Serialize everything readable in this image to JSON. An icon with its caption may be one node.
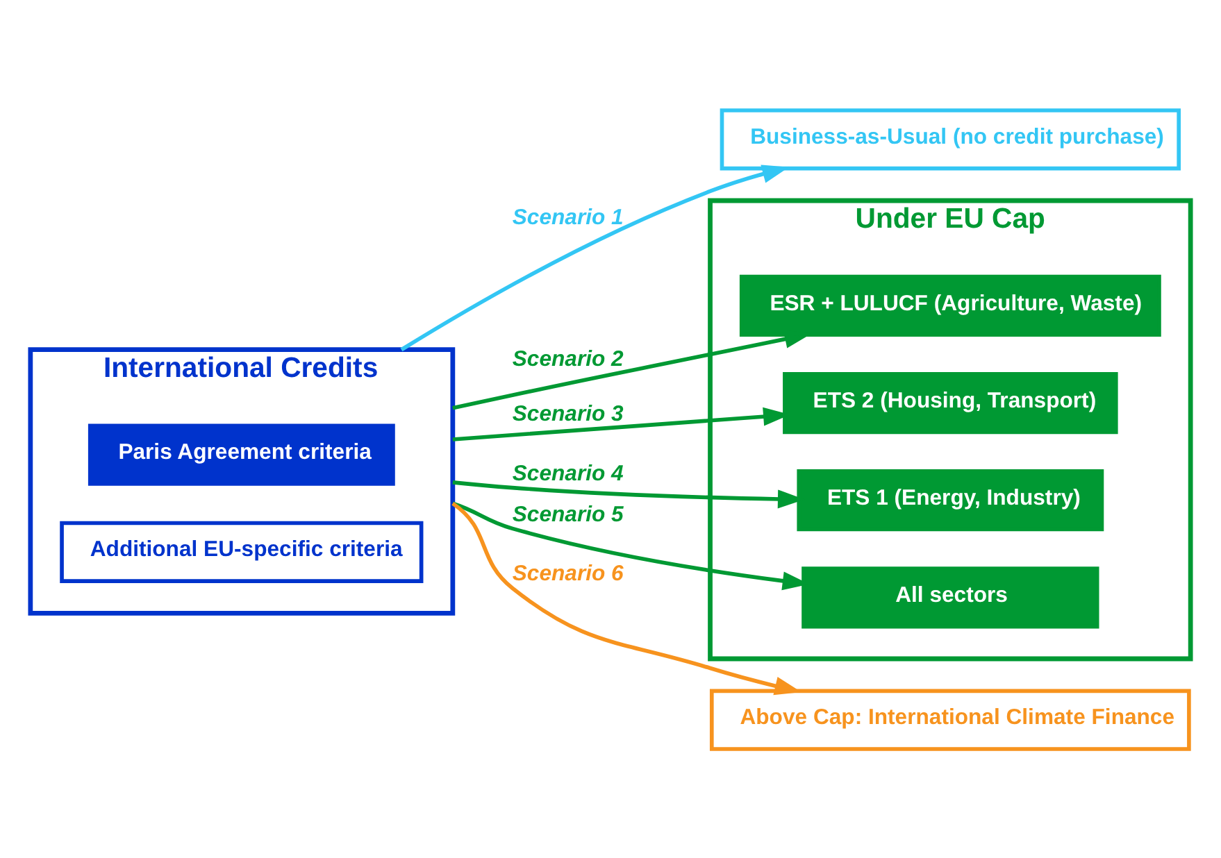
{
  "diagram": {
    "nodes": [
      {
        "text": [
          "International Credits"
        ]
      },
      {
        "text": [
          "Paris Agreement criteria"
        ],
        "in": 0
      },
      {
        "text": [
          "Additional EU-specific criteria"
        ],
        "in": 0
      },
      {
        "text": [
          "Business-as-Usual (no credit purchase)"
        ]
      },
      {
        "text": [
          "Under EU Cap"
        ]
      },
      {
        "text": [
          "ESR + LULUCF (Agriculture, Waste)"
        ],
        "in": 4
      },
      {
        "text": [
          "ETS 2 (Housing, Transport)"
        ],
        "in": 4
      },
      {
        "text": [
          "ETS 1 (Energy, Industry)"
        ],
        "in": 4
      },
      {
        "text": [
          "All sectors"
        ],
        "in": 4
      },
      {
        "text": [
          "Above Cap: International Climate Finance"
        ]
      }
    ],
    "edges": [
      {
        "from": 0,
        "to": 3,
        "arrow": "to",
        "label": "Scenario 1",
        "color": "#33c6f4"
      },
      {
        "from": 0,
        "to": 5,
        "arrow": "to",
        "label": "Scenario 2"
      },
      {
        "from": 0,
        "to": 6,
        "arrow": "to",
        "label": "Scenario 3"
      },
      {
        "from": 0,
        "to": 7,
        "arrow": "to",
        "label": "Scenario 4"
      },
      {
        "from": 0,
        "to": 8,
        "arrow": "to",
        "label": "Scenario 5"
      },
      {
        "from": 0,
        "to": 9,
        "arrow": "to",
        "label": "Scenario 6",
        "color": "#f7931e"
      }
    ]
  }
}
